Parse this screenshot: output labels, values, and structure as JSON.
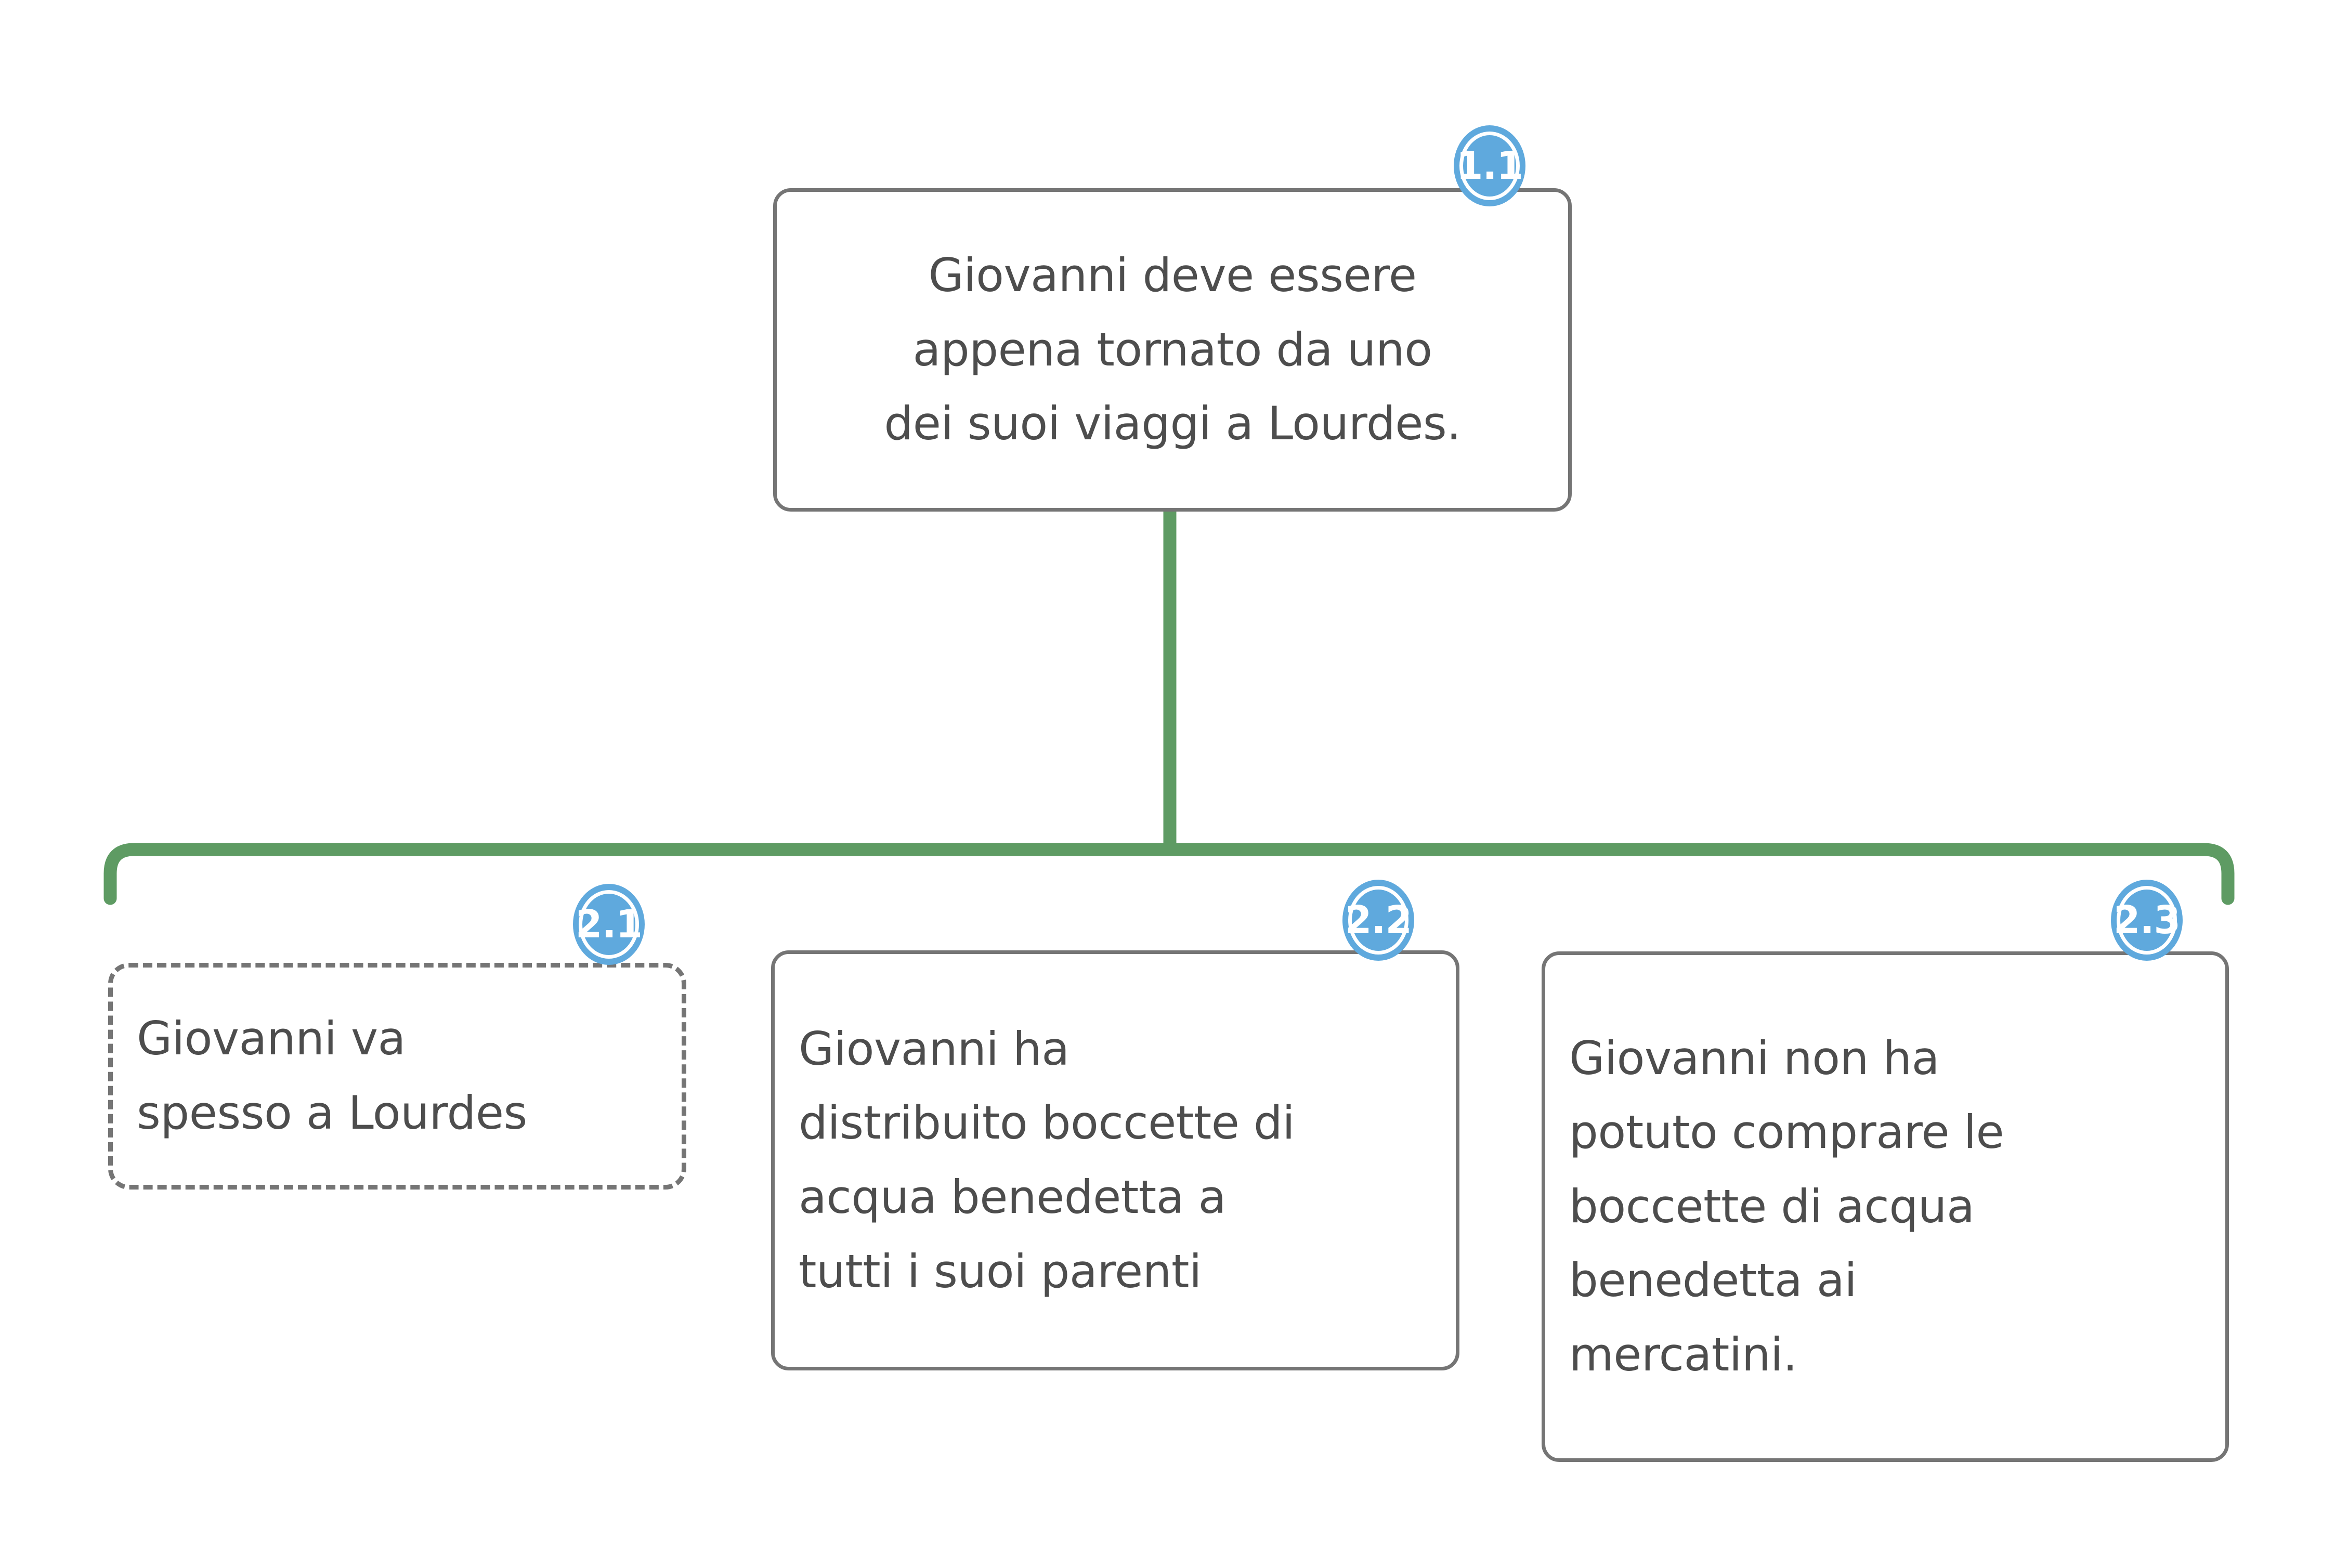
{
  "diagram": {
    "title": "",
    "colors": {
      "connector_green": "#5e9b63",
      "badge_blue": "#5fa9dd",
      "node_border_gray": "#757575",
      "node_text_gray": "#4d4d4d",
      "background": "#ffffff"
    },
    "nodes": [
      {
        "id": "1.1",
        "badge": "1.1",
        "text": "Giovanni deve essere\nappena tornato da uno\ndei suoi viaggi a Lourdes.",
        "border_style": "solid",
        "text_align": "center"
      },
      {
        "id": "2.1",
        "badge": "2.1",
        "text": "Giovanni va\nspesso a Lourdes",
        "border_style": "dashed",
        "text_align": "left"
      },
      {
        "id": "2.2",
        "badge": "2.2",
        "text": "Giovanni ha\ndistribuito boccette di\nacqua benedetta a\ntutti i suoi parenti",
        "border_style": "solid",
        "text_align": "left"
      },
      {
        "id": "2.3",
        "badge": "2.3",
        "text": "Giovanni non ha\npotuto comprare le\nboccette di acqua\nbenedetta ai\nmercatini.",
        "border_style": "solid",
        "text_align": "left"
      }
    ],
    "edges": [
      {
        "from": "1.1",
        "to": "2.1"
      },
      {
        "from": "1.1",
        "to": "2.2"
      },
      {
        "from": "1.1",
        "to": "2.3"
      }
    ]
  }
}
